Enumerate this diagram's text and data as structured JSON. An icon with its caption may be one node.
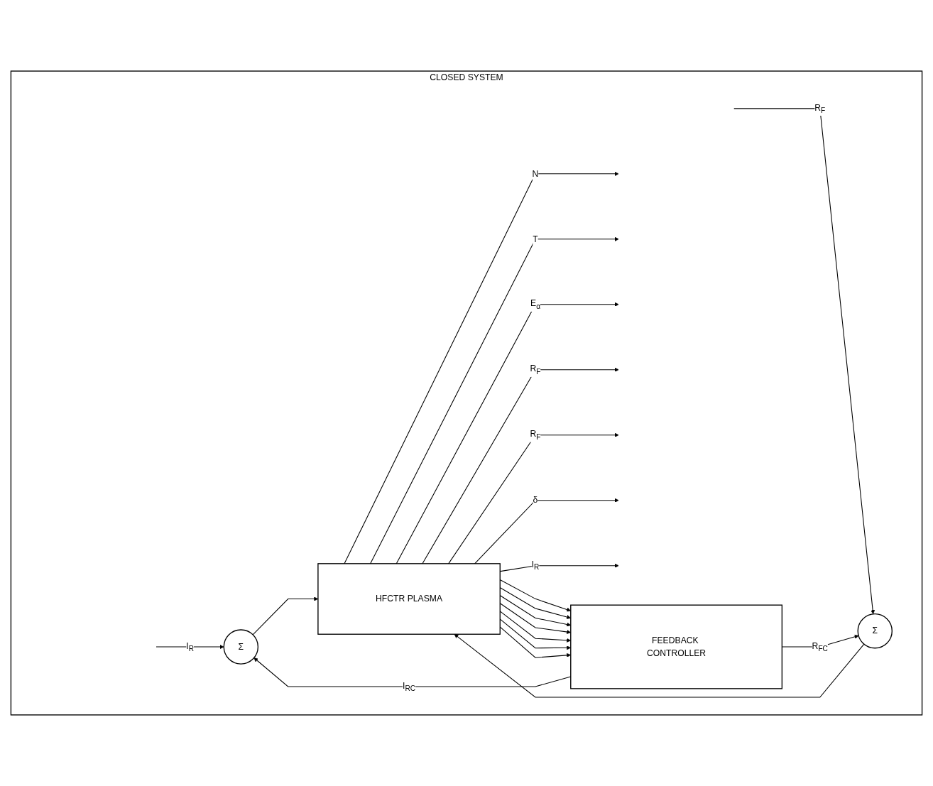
{
  "diagram": {
    "nodes": [
      {
        "text": [
          "CLOSED SYSTEM"
        ]
      },
      {
        "text": [
          "Σ"
        ],
        "in": 0
      },
      {
        "text": [
          "Σ"
        ],
        "in": 0
      },
      {
        "text": [
          "HFCTR PLASMA"
        ],
        "in": 0
      },
      {
        "text": [
          "FEEDBACK CONTROLLER"
        ],
        "in": 0
      }
    ],
    "edges": [
      {
        "from": null,
        "to": 1,
        "label": "I$_{R}$",
        "arrow": "to"
      },
      {
        "from": null,
        "to": 2,
        "label": "R$_{F}$",
        "arrow": "to"
      },
      {
        "from": 1,
        "to": 3,
        "arrow": "to"
      },
      {
        "from": 2,
        "to": 3,
        "arrow": "to"
      },
      {
        "from": 3,
        "to": null,
        "label": "N",
        "arrow": "to"
      },
      {
        "from": 3,
        "to": null,
        "label": "T",
        "arrow": "to"
      },
      {
        "from": 3,
        "to": null,
        "label": "E$_{α}$",
        "arrow": "to"
      },
      {
        "from": 3,
        "to": null,
        "label": "R$_{F}$",
        "arrow": "to"
      },
      {
        "from": 3,
        "to": null,
        "label": "R$_{F}$",
        "arrow": "to"
      },
      {
        "from": 3,
        "to": null,
        "label": "δ",
        "arrow": "to"
      },
      {
        "from": 3,
        "to": null,
        "label": "I$_{R}$",
        "arrow": "to"
      },
      {
        "from": 3,
        "to": 4,
        "arrow": "to"
      },
      {
        "from": 3,
        "to": 4,
        "arrow": "to"
      },
      {
        "from": 3,
        "to": 4,
        "arrow": "to"
      },
      {
        "from": 3,
        "to": 4,
        "arrow": "to"
      },
      {
        "from": 3,
        "to": 4,
        "arrow": "to"
      },
      {
        "from": 3,
        "to": 4,
        "arrow": "to"
      },
      {
        "from": 3,
        "to": 4,
        "arrow": "to"
      },
      {
        "from": 4,
        "to": 2,
        "label": "R$_{FC}$",
        "arrow": "to"
      },
      {
        "from": 4,
        "to": 1,
        "label": "I$_{RC}$",
        "arrow": "to"
      }
    ]
  }
}
